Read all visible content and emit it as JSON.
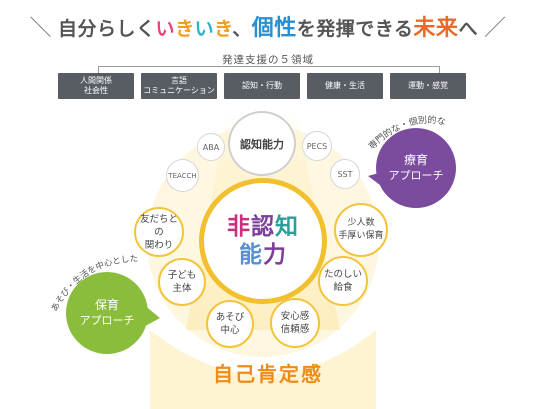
{
  "title": {
    "pre": "自分らしく",
    "iki": [
      "い",
      "き",
      "い",
      "き"
    ],
    "mid": "、",
    "kosei": "個性",
    "post1": "を発揮できる",
    "mirai": "未来",
    "post2": "へ"
  },
  "domains_label": "発達支援の５領域",
  "domains": [
    {
      "line1": "人間関係",
      "line2": "社会性"
    },
    {
      "line1": "言語",
      "line2": "コミュニケーション"
    },
    {
      "line1": "認知・行動",
      "line2": ""
    },
    {
      "line1": "健康・生活",
      "line2": ""
    },
    {
      "line1": "運動・感覚",
      "line2": ""
    }
  ],
  "cognitive": "認知能力",
  "methods": [
    "ABA",
    "TEACCH",
    "PECS",
    "SST"
  ],
  "center": {
    "line1": [
      "非",
      "認",
      "知"
    ],
    "line2": [
      "能",
      "力"
    ]
  },
  "outer_items": [
    {
      "line1": "友だちとの",
      "line2": "関わり"
    },
    {
      "line1": "子ども",
      "line2": "主体"
    },
    {
      "line1": "あそび",
      "line2": "中心"
    },
    {
      "line1": "安心感",
      "line2": "信頼感"
    },
    {
      "line1": "たのしい",
      "line2": "給食"
    },
    {
      "line1": "少人数",
      "line2": "手厚い保育"
    }
  ],
  "therapy": {
    "caption": "専門的な・個別的な",
    "line1": "療育",
    "line2": "アプローチ",
    "color": "#7b4c9e"
  },
  "care": {
    "caption": "あそび・生活を中心とした",
    "line1": "保育",
    "line2": "アプローチ",
    "color": "#8bbd3c"
  },
  "self_esteem": "自己肯定感",
  "colors": {
    "accent_yellow": "#f2bf2e",
    "domain_box": "#585d63",
    "self_orange": "#ef8b1b"
  }
}
